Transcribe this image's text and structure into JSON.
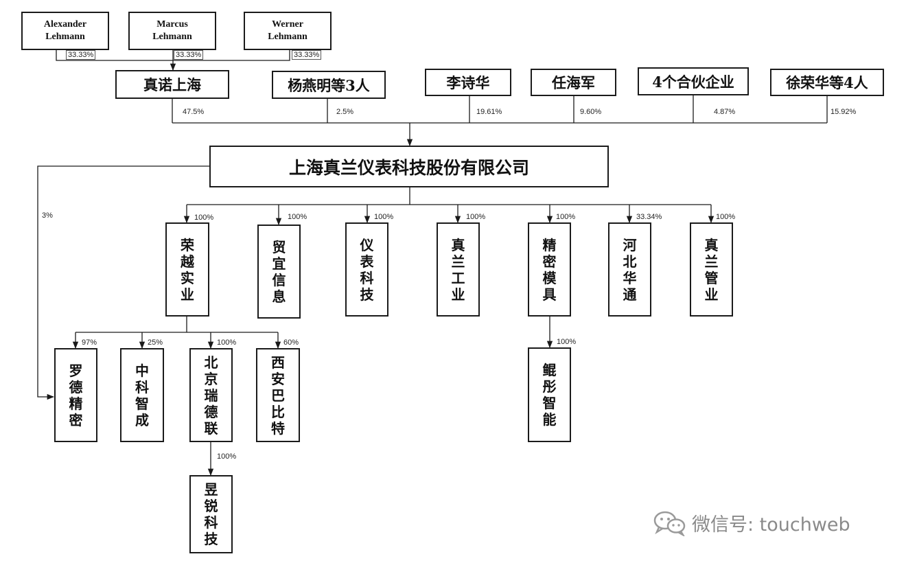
{
  "shareholders_top": [
    {
      "line1": "Alexander",
      "line2": "Lehmann",
      "pct": "33.33%"
    },
    {
      "line1": "Marcus",
      "line2": "Lehmann",
      "pct": "33.33%"
    },
    {
      "line1": "Werner",
      "line2": "Lehmann",
      "pct": "33.33%"
    }
  ],
  "holders": [
    {
      "name": "真诺上海",
      "pct": "47.5%"
    },
    {
      "name": "杨燕明等3人",
      "pct": "2.5%"
    },
    {
      "name": "李诗华",
      "pct": "19.61%"
    },
    {
      "name": "任海军",
      "pct": "9.60%"
    },
    {
      "name": "4个合伙企业",
      "pct": "4.87%"
    },
    {
      "name": "徐荣华等4人",
      "pct": "15.92%"
    }
  ],
  "company": {
    "name": "上海真兰仪表科技股份有限公司"
  },
  "side_pct": "3%",
  "subsidiaries": [
    {
      "chars": [
        "荣",
        "越",
        "实",
        "业"
      ],
      "pct": "100%"
    },
    {
      "chars": [
        "贸",
        "宜",
        "信",
        "息"
      ],
      "pct": "100%"
    },
    {
      "chars": [
        "仪",
        "表",
        "科",
        "技"
      ],
      "pct": "100%"
    },
    {
      "chars": [
        "真",
        "兰",
        "工",
        "业"
      ],
      "pct": "100%"
    },
    {
      "chars": [
        "精",
        "密",
        "模",
        "具"
      ],
      "pct": "100%"
    },
    {
      "chars": [
        "河",
        "北",
        "华",
        "通"
      ],
      "pct": "33.34%"
    },
    {
      "chars": [
        "真",
        "兰",
        "管",
        "业"
      ],
      "pct": "100%"
    }
  ],
  "second_level": [
    {
      "chars": [
        "罗",
        "德",
        "精",
        "密"
      ],
      "pct": "97%"
    },
    {
      "chars": [
        "中",
        "科",
        "智",
        "成"
      ],
      "pct": "25%"
    },
    {
      "chars": [
        "北",
        "京",
        "瑞",
        "德",
        "联"
      ],
      "pct": "100%"
    },
    {
      "chars": [
        "西",
        "安",
        "巴",
        "比",
        "特"
      ],
      "pct": "60%"
    },
    {
      "chars": [
        "鲲",
        "彤",
        "智",
        "能"
      ],
      "pct": "100%"
    }
  ],
  "third_level": [
    {
      "chars": [
        "昱",
        "锐",
        "科",
        "技"
      ],
      "pct": "100%"
    }
  ],
  "watermark": {
    "text": "微信号: touchweb",
    "icon": "wechat-icon"
  }
}
